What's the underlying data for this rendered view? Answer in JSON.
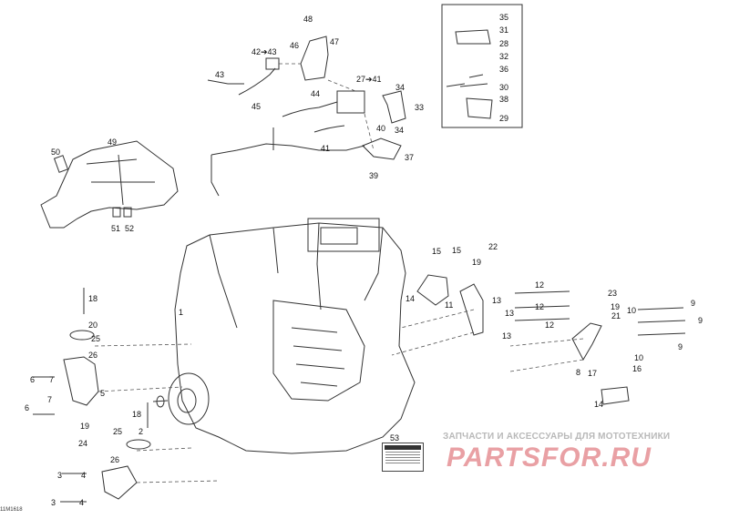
{
  "diagram": {
    "document_code": "11M1618",
    "watermark_top": "ЗАПЧАСТИ И АКСЕССУАРЫ ДЛЯ МОТОТЕХНИКИ",
    "watermark_logo": "PARTSFOR.RU",
    "line_color": "#333333",
    "watermark_color": "#e9a0a4",
    "callouts": [
      {
        "id": "c1",
        "text": "1"
      },
      {
        "id": "c2",
        "text": "2"
      },
      {
        "id": "c3a",
        "text": "3"
      },
      {
        "id": "c3b",
        "text": "3"
      },
      {
        "id": "c4a",
        "text": "4"
      },
      {
        "id": "c4b",
        "text": "4"
      },
      {
        "id": "c5",
        "text": "5"
      },
      {
        "id": "c6a",
        "text": "6"
      },
      {
        "id": "c6b",
        "text": "6"
      },
      {
        "id": "c7a",
        "text": "7"
      },
      {
        "id": "c7b",
        "text": "7"
      },
      {
        "id": "c8",
        "text": "8"
      },
      {
        "id": "c9a",
        "text": "9"
      },
      {
        "id": "c9b",
        "text": "9"
      },
      {
        "id": "c9c",
        "text": "9"
      },
      {
        "id": "c10a",
        "text": "10"
      },
      {
        "id": "c10b",
        "text": "10"
      },
      {
        "id": "c11",
        "text": "11"
      },
      {
        "id": "c12a",
        "text": "12"
      },
      {
        "id": "c12b",
        "text": "12"
      },
      {
        "id": "c12c",
        "text": "12"
      },
      {
        "id": "c13a",
        "text": "13"
      },
      {
        "id": "c13b",
        "text": "13"
      },
      {
        "id": "c13c",
        "text": "13"
      },
      {
        "id": "c14a",
        "text": "14"
      },
      {
        "id": "c14b",
        "text": "14"
      },
      {
        "id": "c15a",
        "text": "15"
      },
      {
        "id": "c15b",
        "text": "15"
      },
      {
        "id": "c16",
        "text": "16"
      },
      {
        "id": "c17",
        "text": "17"
      },
      {
        "id": "c18a",
        "text": "18"
      },
      {
        "id": "c18b",
        "text": "18"
      },
      {
        "id": "c19a",
        "text": "19"
      },
      {
        "id": "c19b",
        "text": "19"
      },
      {
        "id": "c19c",
        "text": "19"
      },
      {
        "id": "c20",
        "text": "20"
      },
      {
        "id": "c21",
        "text": "21"
      },
      {
        "id": "c22",
        "text": "22"
      },
      {
        "id": "c23",
        "text": "23"
      },
      {
        "id": "c24",
        "text": "24"
      },
      {
        "id": "c25a",
        "text": "25"
      },
      {
        "id": "c25b",
        "text": "25"
      },
      {
        "id": "c26a",
        "text": "26"
      },
      {
        "id": "c26b",
        "text": "26"
      },
      {
        "id": "c27",
        "text": "27➔41"
      },
      {
        "id": "c28",
        "text": "28"
      },
      {
        "id": "c29",
        "text": "29"
      },
      {
        "id": "c30",
        "text": "30"
      },
      {
        "id": "c31",
        "text": "31"
      },
      {
        "id": "c32",
        "text": "32"
      },
      {
        "id": "c33",
        "text": "33"
      },
      {
        "id": "c34a",
        "text": "34"
      },
      {
        "id": "c34b",
        "text": "34"
      },
      {
        "id": "c35",
        "text": "35"
      },
      {
        "id": "c36",
        "text": "36"
      },
      {
        "id": "c37",
        "text": "37"
      },
      {
        "id": "c38",
        "text": "38"
      },
      {
        "id": "c39",
        "text": "39"
      },
      {
        "id": "c40",
        "text": "40"
      },
      {
        "id": "c41",
        "text": "41"
      },
      {
        "id": "c42",
        "text": "42➔43"
      },
      {
        "id": "c43",
        "text": "43"
      },
      {
        "id": "c44",
        "text": "44"
      },
      {
        "id": "c45",
        "text": "45"
      },
      {
        "id": "c46",
        "text": "46"
      },
      {
        "id": "c47",
        "text": "47"
      },
      {
        "id": "c48",
        "text": "48"
      },
      {
        "id": "c49",
        "text": "49"
      },
      {
        "id": "c50",
        "text": "50"
      },
      {
        "id": "c51",
        "text": "51"
      },
      {
        "id": "c52",
        "text": "52"
      },
      {
        "id": "c53",
        "text": "53"
      }
    ]
  }
}
